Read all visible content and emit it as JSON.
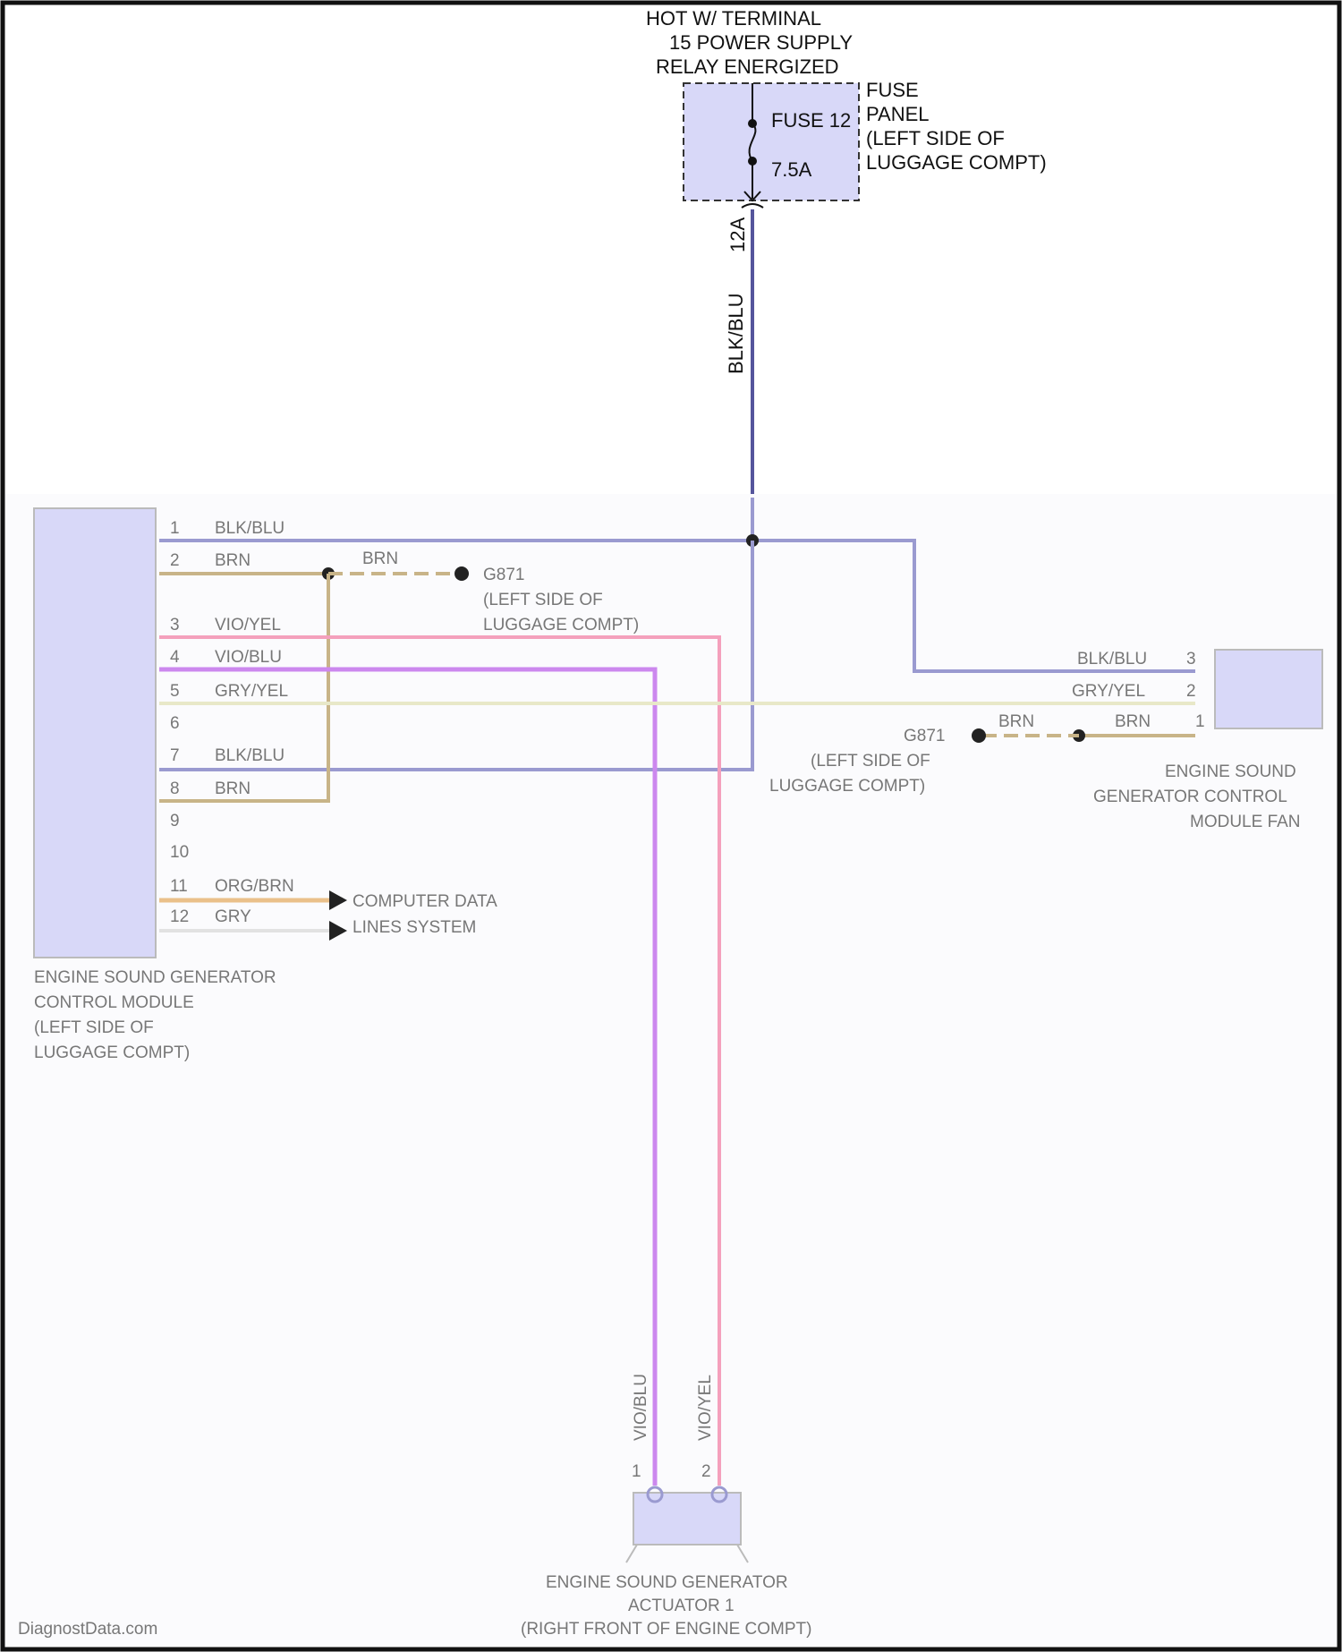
{
  "supply": {
    "line1": "HOT W/ TERMINAL",
    "line2": "15 POWER SUPPLY",
    "line3": "RELAY ENERGIZED"
  },
  "fuse": {
    "name": "FUSE 12",
    "rating": "7.5A",
    "panel_label": [
      "FUSE",
      "PANEL",
      "(LEFT SIDE OF",
      "LUGGAGE COMPT)"
    ],
    "connector_pin": "12A",
    "wire_color": "BLK/BLU"
  },
  "module": {
    "label": [
      "ENGINE SOUND GENERATOR",
      "CONTROL MODULE",
      "(LEFT SIDE OF",
      "LUGGAGE COMPT)"
    ],
    "pins": [
      {
        "pin": "1",
        "wire": "BLK/BLU"
      },
      {
        "pin": "2",
        "wire": "BRN"
      },
      {
        "pin": "3",
        "wire": "VIO/YEL"
      },
      {
        "pin": "4",
        "wire": "VIO/BLU"
      },
      {
        "pin": "5",
        "wire": "GRY/YEL"
      },
      {
        "pin": "6",
        "wire": ""
      },
      {
        "pin": "7",
        "wire": "BLK/BLU"
      },
      {
        "pin": "8",
        "wire": "BRN"
      },
      {
        "pin": "9",
        "wire": ""
      },
      {
        "pin": "10",
        "wire": ""
      },
      {
        "pin": "11",
        "wire": "ORG/BRN"
      },
      {
        "pin": "12",
        "wire": "GRY"
      }
    ]
  },
  "ground_left": {
    "wire": "BRN",
    "name": "G871",
    "location": [
      "(LEFT SIDE OF",
      "LUGGAGE COMPT)"
    ]
  },
  "data_lines": [
    "COMPUTER DATA",
    "LINES SYSTEM"
  ],
  "fan": {
    "label": [
      "ENGINE SOUND",
      "GENERATOR CONTROL",
      "MODULE FAN"
    ],
    "pins": [
      {
        "pin": "3",
        "wire": "BLK/BLU"
      },
      {
        "pin": "2",
        "wire": "GRY/YEL"
      },
      {
        "pin": "1",
        "wire": "BRN"
      }
    ]
  },
  "ground_right": {
    "wire": "BRN",
    "name": "G871",
    "location": [
      "(LEFT SIDE OF",
      "LUGGAGE COMPT)"
    ]
  },
  "actuator": {
    "label": [
      "ENGINE SOUND GENERATOR",
      "ACTUATOR 1",
      "(RIGHT FRONT OF ENGINE COMPT)"
    ],
    "wires": [
      {
        "pin": "1",
        "wire": "VIO/BLU"
      },
      {
        "pin": "2",
        "wire": "VIO/YEL"
      }
    ]
  },
  "watermark": "DiagnostData.com",
  "colors": {
    "component_fill": "#d8d8f8",
    "blk_blu": "#6b6bb0",
    "brn": "#b8a06a",
    "vio_yel": "#f08aa8",
    "vio_blu": "#c070e8",
    "gry_yel": "#e4e4c0",
    "org_brn": "#e0b070",
    "gry": "#dddddd"
  }
}
